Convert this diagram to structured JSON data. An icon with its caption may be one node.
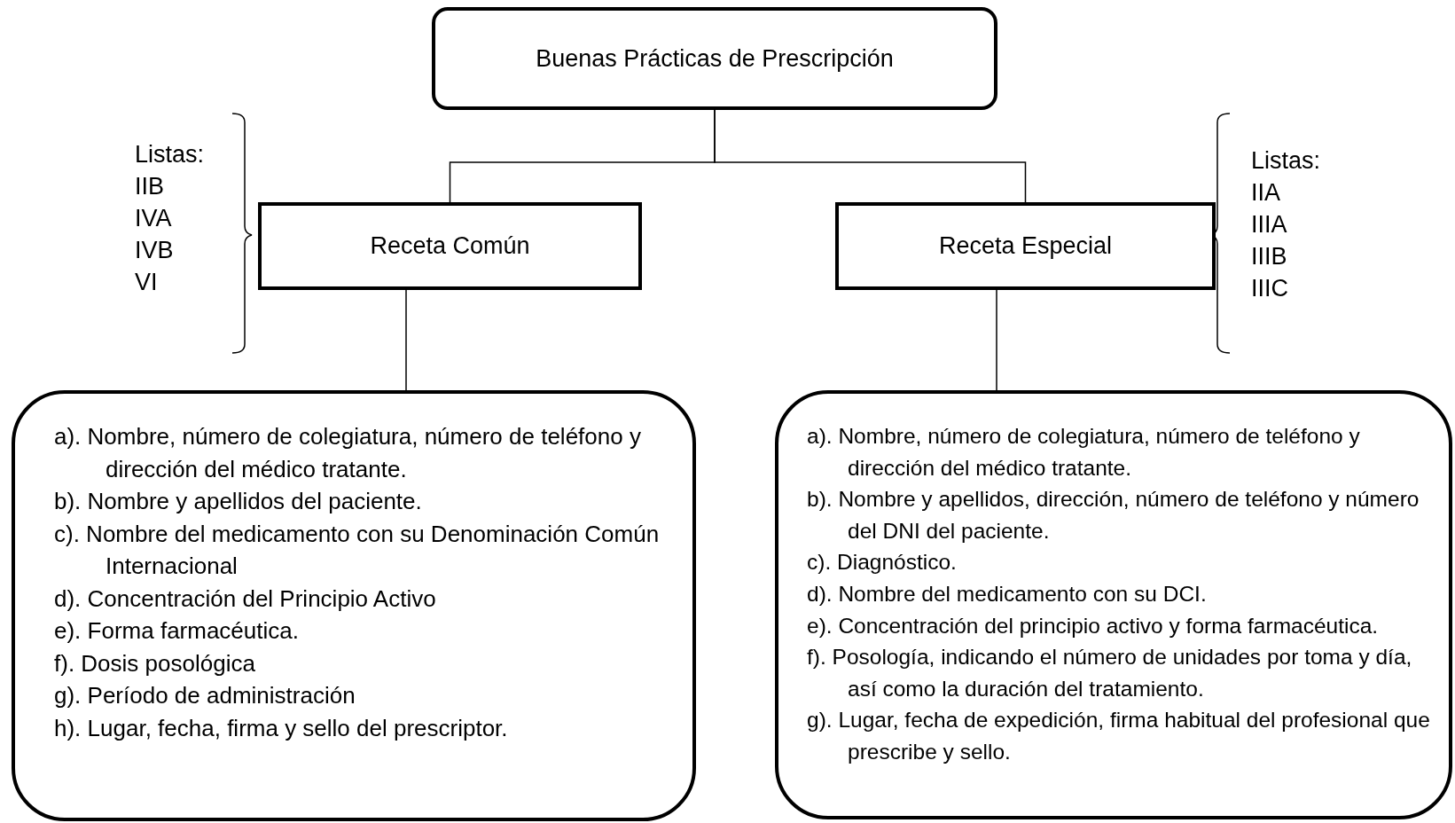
{
  "diagram": {
    "nodes": [
      {
        "text": [
          "Buenas Prácticas de Prescripción"
        ]
      },
      {
        "text": [
          "Receta Común"
        ]
      },
      {
        "text": [
          "Receta Especial"
        ]
      },
      {
        "text": [
          "a). Nombre, número de colegiatura, número de teléfono y dirección del médico tratante.",
          "b). Nombre y apellidos del paciente.",
          "c). Nombre del medicamento con su Denominación Común Internacional",
          "d). Concentración del Principio Activo",
          "e). Forma farmacéutica.",
          "f). Dosis posológica",
          "g). Período de administración",
          "h). Lugar, fecha, firma y sello del prescriptor."
        ]
      },
      {
        "text": [
          "a). Nombre, número de colegiatura, número de teléfono y dirección del médico tratante.",
          "b). Nombre y apellidos, dirección, número de teléfono y número del DNI del paciente.",
          "c). Diagnóstico.",
          "d). Nombre del medicamento con su DCI.",
          "e). Concentración del principio activo y forma farmacéutica.",
          "f). Posología, indicando el número de unidades por toma y día, así como la duración del tratamiento.",
          "g). Lugar, fecha de expedición, firma habitual del profesional que prescribe y sello."
        ]
      }
    ],
    "edges": [
      {
        "from": 0,
        "to": 1,
        "arrow": "none"
      },
      {
        "from": 0,
        "to": 2,
        "arrow": "none"
      },
      {
        "from": 1,
        "to": 3,
        "arrow": "none"
      },
      {
        "from": 2,
        "to": 4,
        "arrow": "none"
      }
    ],
    "labels": [
      "Listas:",
      "IIB",
      "IVA",
      "IVB",
      "VI",
      "Listas:",
      "IIA",
      "IIIA",
      "IIIB",
      "IIIC"
    ]
  }
}
